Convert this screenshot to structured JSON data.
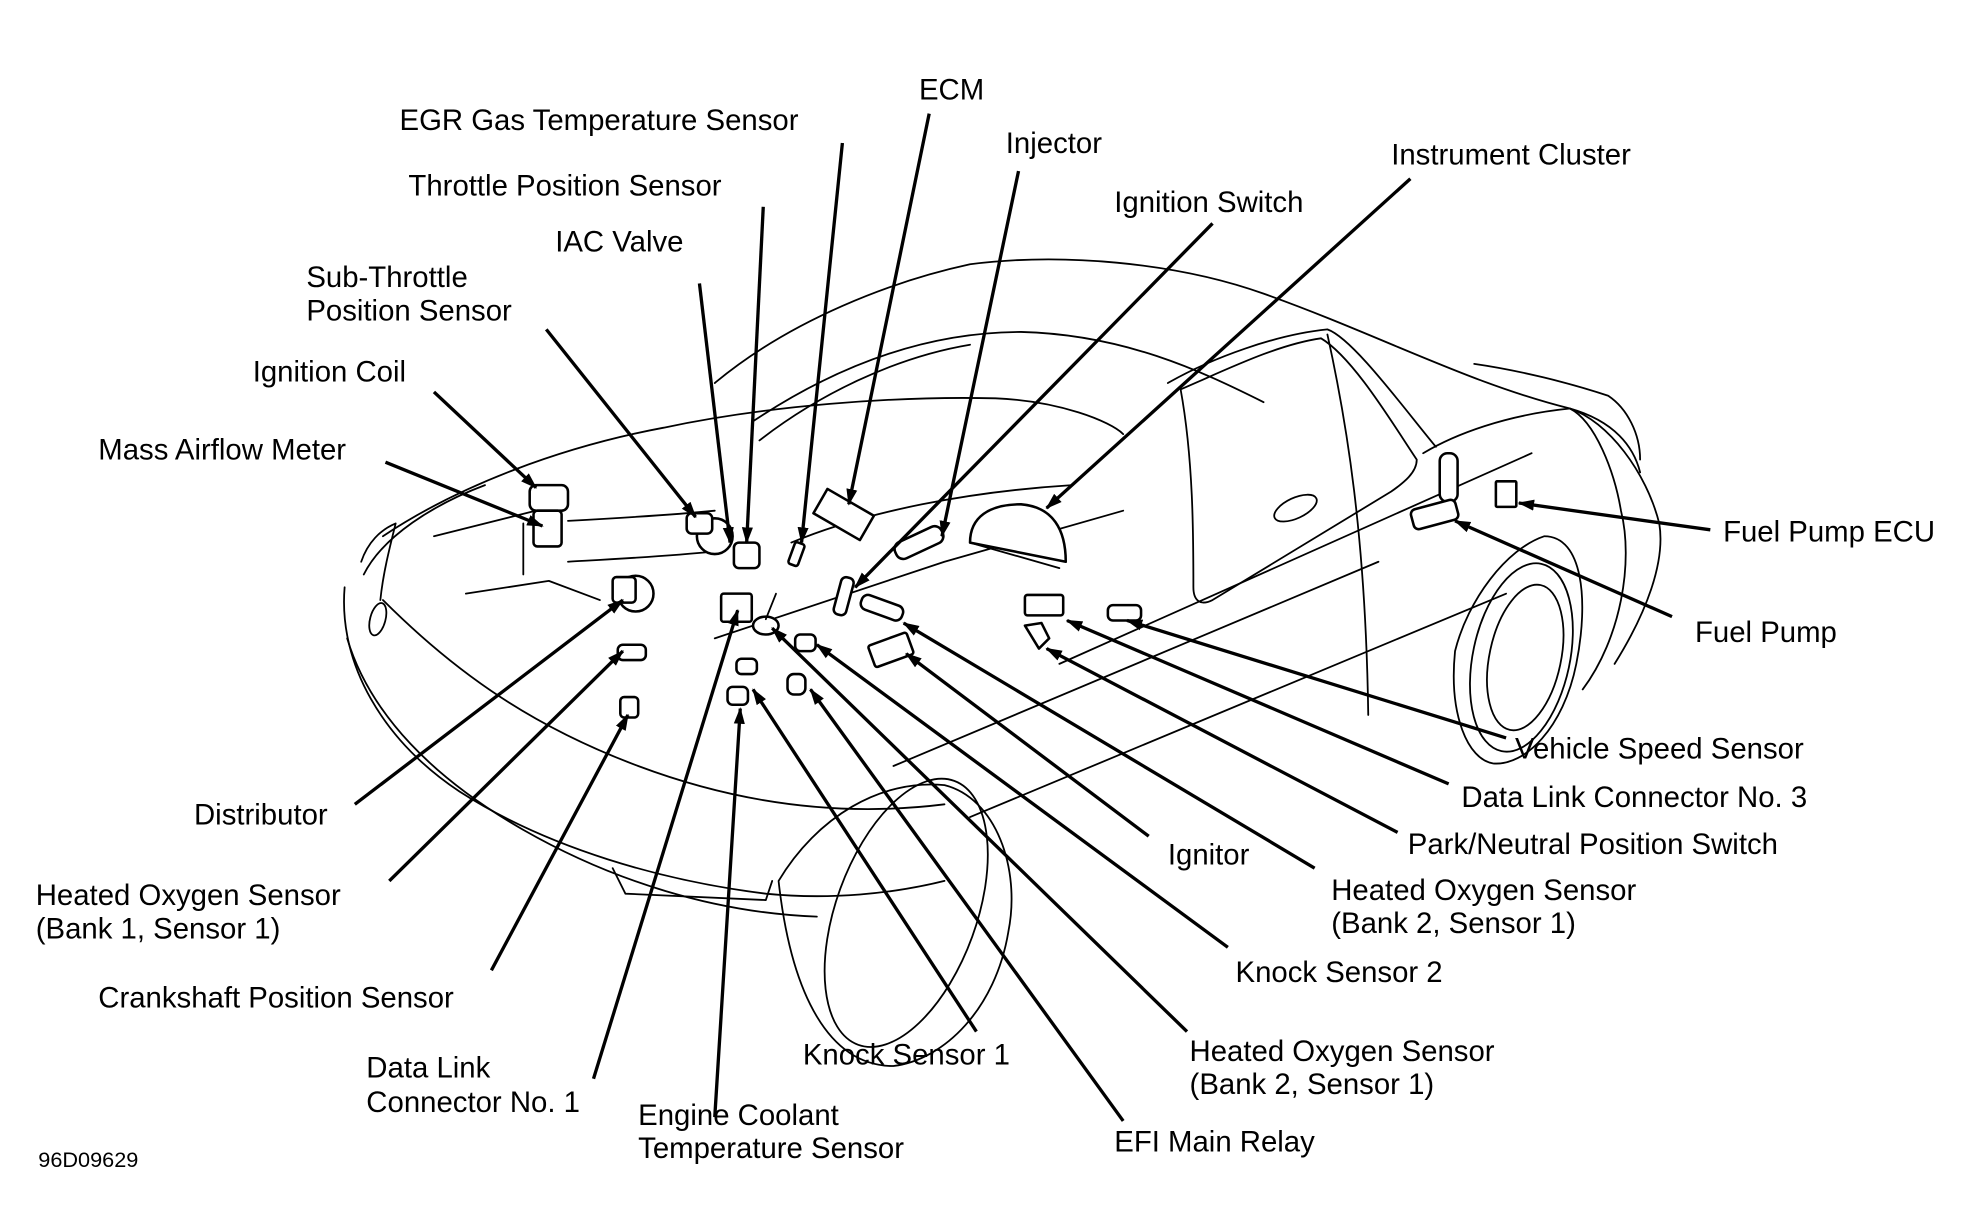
{
  "figure": {
    "code": "96D09629",
    "title": "Component Locations"
  },
  "labels": {
    "egr_gas_temp_sensor": "EGR Gas Temperature Sensor",
    "ecm": "ECM",
    "injector": "Injector",
    "instrument_cluster": "Instrument Cluster",
    "throttle_position_sensor": "Throttle Position Sensor",
    "ignition_switch": "Ignition Switch",
    "iac_valve": "IAC Valve",
    "sub_throttle_line1": "Sub-Throttle",
    "sub_throttle_line2": "Position Sensor",
    "ignition_coil": "Ignition Coil",
    "mass_airflow_meter": "Mass Airflow Meter",
    "fuel_pump_ecu": "Fuel Pump ECU",
    "fuel_pump": "Fuel Pump",
    "vehicle_speed_sensor": "Vehicle Speed Sensor",
    "dlc3": "Data Link Connector No. 3",
    "park_neutral_switch": "Park/Neutral Position Switch",
    "ho2s_b2s1_upper_line1": "Heated Oxygen Sensor",
    "ho2s_b2s1_upper_line2": "(Bank 2, Sensor 1)",
    "ignitor": "Ignitor",
    "knock_sensor_2": "Knock Sensor 2",
    "ho2s_b2s1_lower_line1": "Heated Oxygen Sensor",
    "ho2s_b2s1_lower_line2": "(Bank 2, Sensor 1)",
    "efi_main_relay": "EFI Main Relay",
    "knock_sensor_1": "Knock Sensor 1",
    "ect_line1": "Engine Coolant",
    "ect_line2": "Temperature Sensor",
    "dlc1_line1": "Data Link",
    "dlc1_line2": "Connector No. 1",
    "crankshaft_position_sensor": "Crankshaft Position Sensor",
    "ho2s_b1s1_line1": "Heated Oxygen Sensor",
    "ho2s_b1s1_line2": "(Bank 1, Sensor 1)",
    "distributor": "Distributor"
  }
}
